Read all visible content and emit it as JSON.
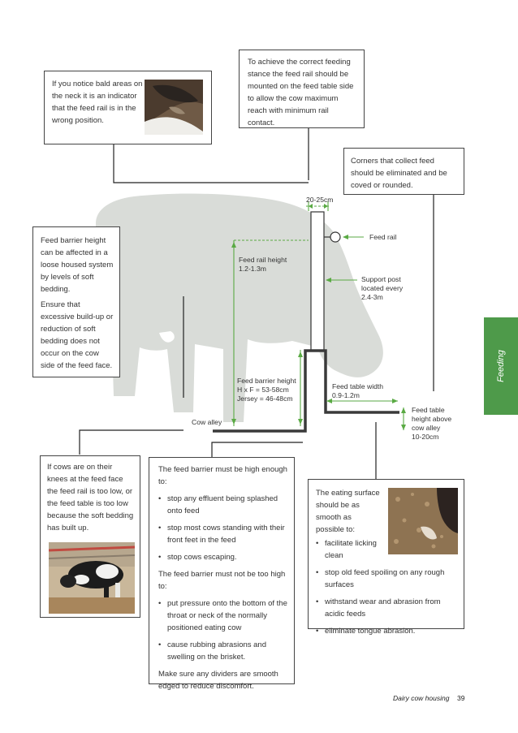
{
  "callouts": {
    "bald": "If you notice bald areas on the neck it is an indicator that the feed rail is in the wrong position.",
    "stance": "To achieve the correct feeding stance the feed rail should be mounted on the feed table side to allow the cow maximum reach with minimum rail contact.",
    "corners": "Corners that collect feed should be eliminated and be coved or rounded.",
    "barrier_p1": "Feed barrier height can be affected in a loose housed system by levels of soft bedding.",
    "barrier_p2": "Ensure that excessive build-up or reduction of soft bedding does not occur on the cow side of the feed face.",
    "knees": "If cows are on their knees at the feed face the feed rail is too low, or the feed table is too low because the soft bedding has built up.",
    "high_intro": "The feed barrier must be high enough to:",
    "high_items": [
      "stop any effluent being splashed onto feed",
      "stop most cows standing with their front feet in the feed",
      "stop cows escaping."
    ],
    "not_high_intro": "The feed barrier must not be too high to:",
    "not_high_items": [
      "put pressure onto the bottom of the throat or neck of the normally positioned eating cow",
      "cause rubbing abrasions and swelling on the brisket."
    ],
    "dividers": "Make sure any dividers are smooth edged to reduce discomfort.",
    "eating_intro": "The eating surface should be as smooth as possible to:",
    "eating_items": [
      "facilitate licking clean",
      "stop old feed spoiling on any rough surfaces",
      "withstand wear and abrasion from acidic feeds",
      "eliminate tongue abrasion."
    ]
  },
  "diagram": {
    "width_top": "20-25cm",
    "feed_rail": "Feed rail",
    "rail_height_1": "Feed rail height",
    "rail_height_2": "1.2-1.3m",
    "post_1": "Support post",
    "post_2": "located every",
    "post_3": "2.4-3m",
    "barrier_1": "Feed barrier height",
    "barrier_2": "H x F = 53-58cm",
    "barrier_3": "Jersey = 46-48cm",
    "table_w_1": "Feed table width",
    "table_w_2": "0.9-1.2m",
    "table_h_1": "Feed table",
    "table_h_2": "height above",
    "table_h_3": "cow alley",
    "table_h_4": "10-20cm",
    "cow_alley": "Cow alley"
  },
  "tab": "Feeding",
  "footer": {
    "title": "Dairy cow housing",
    "page": "39"
  },
  "colors": {
    "accent_green": "#4e9a4a",
    "dim_green": "#5aaa44",
    "cow_silhouette": "#d9dcd8"
  }
}
